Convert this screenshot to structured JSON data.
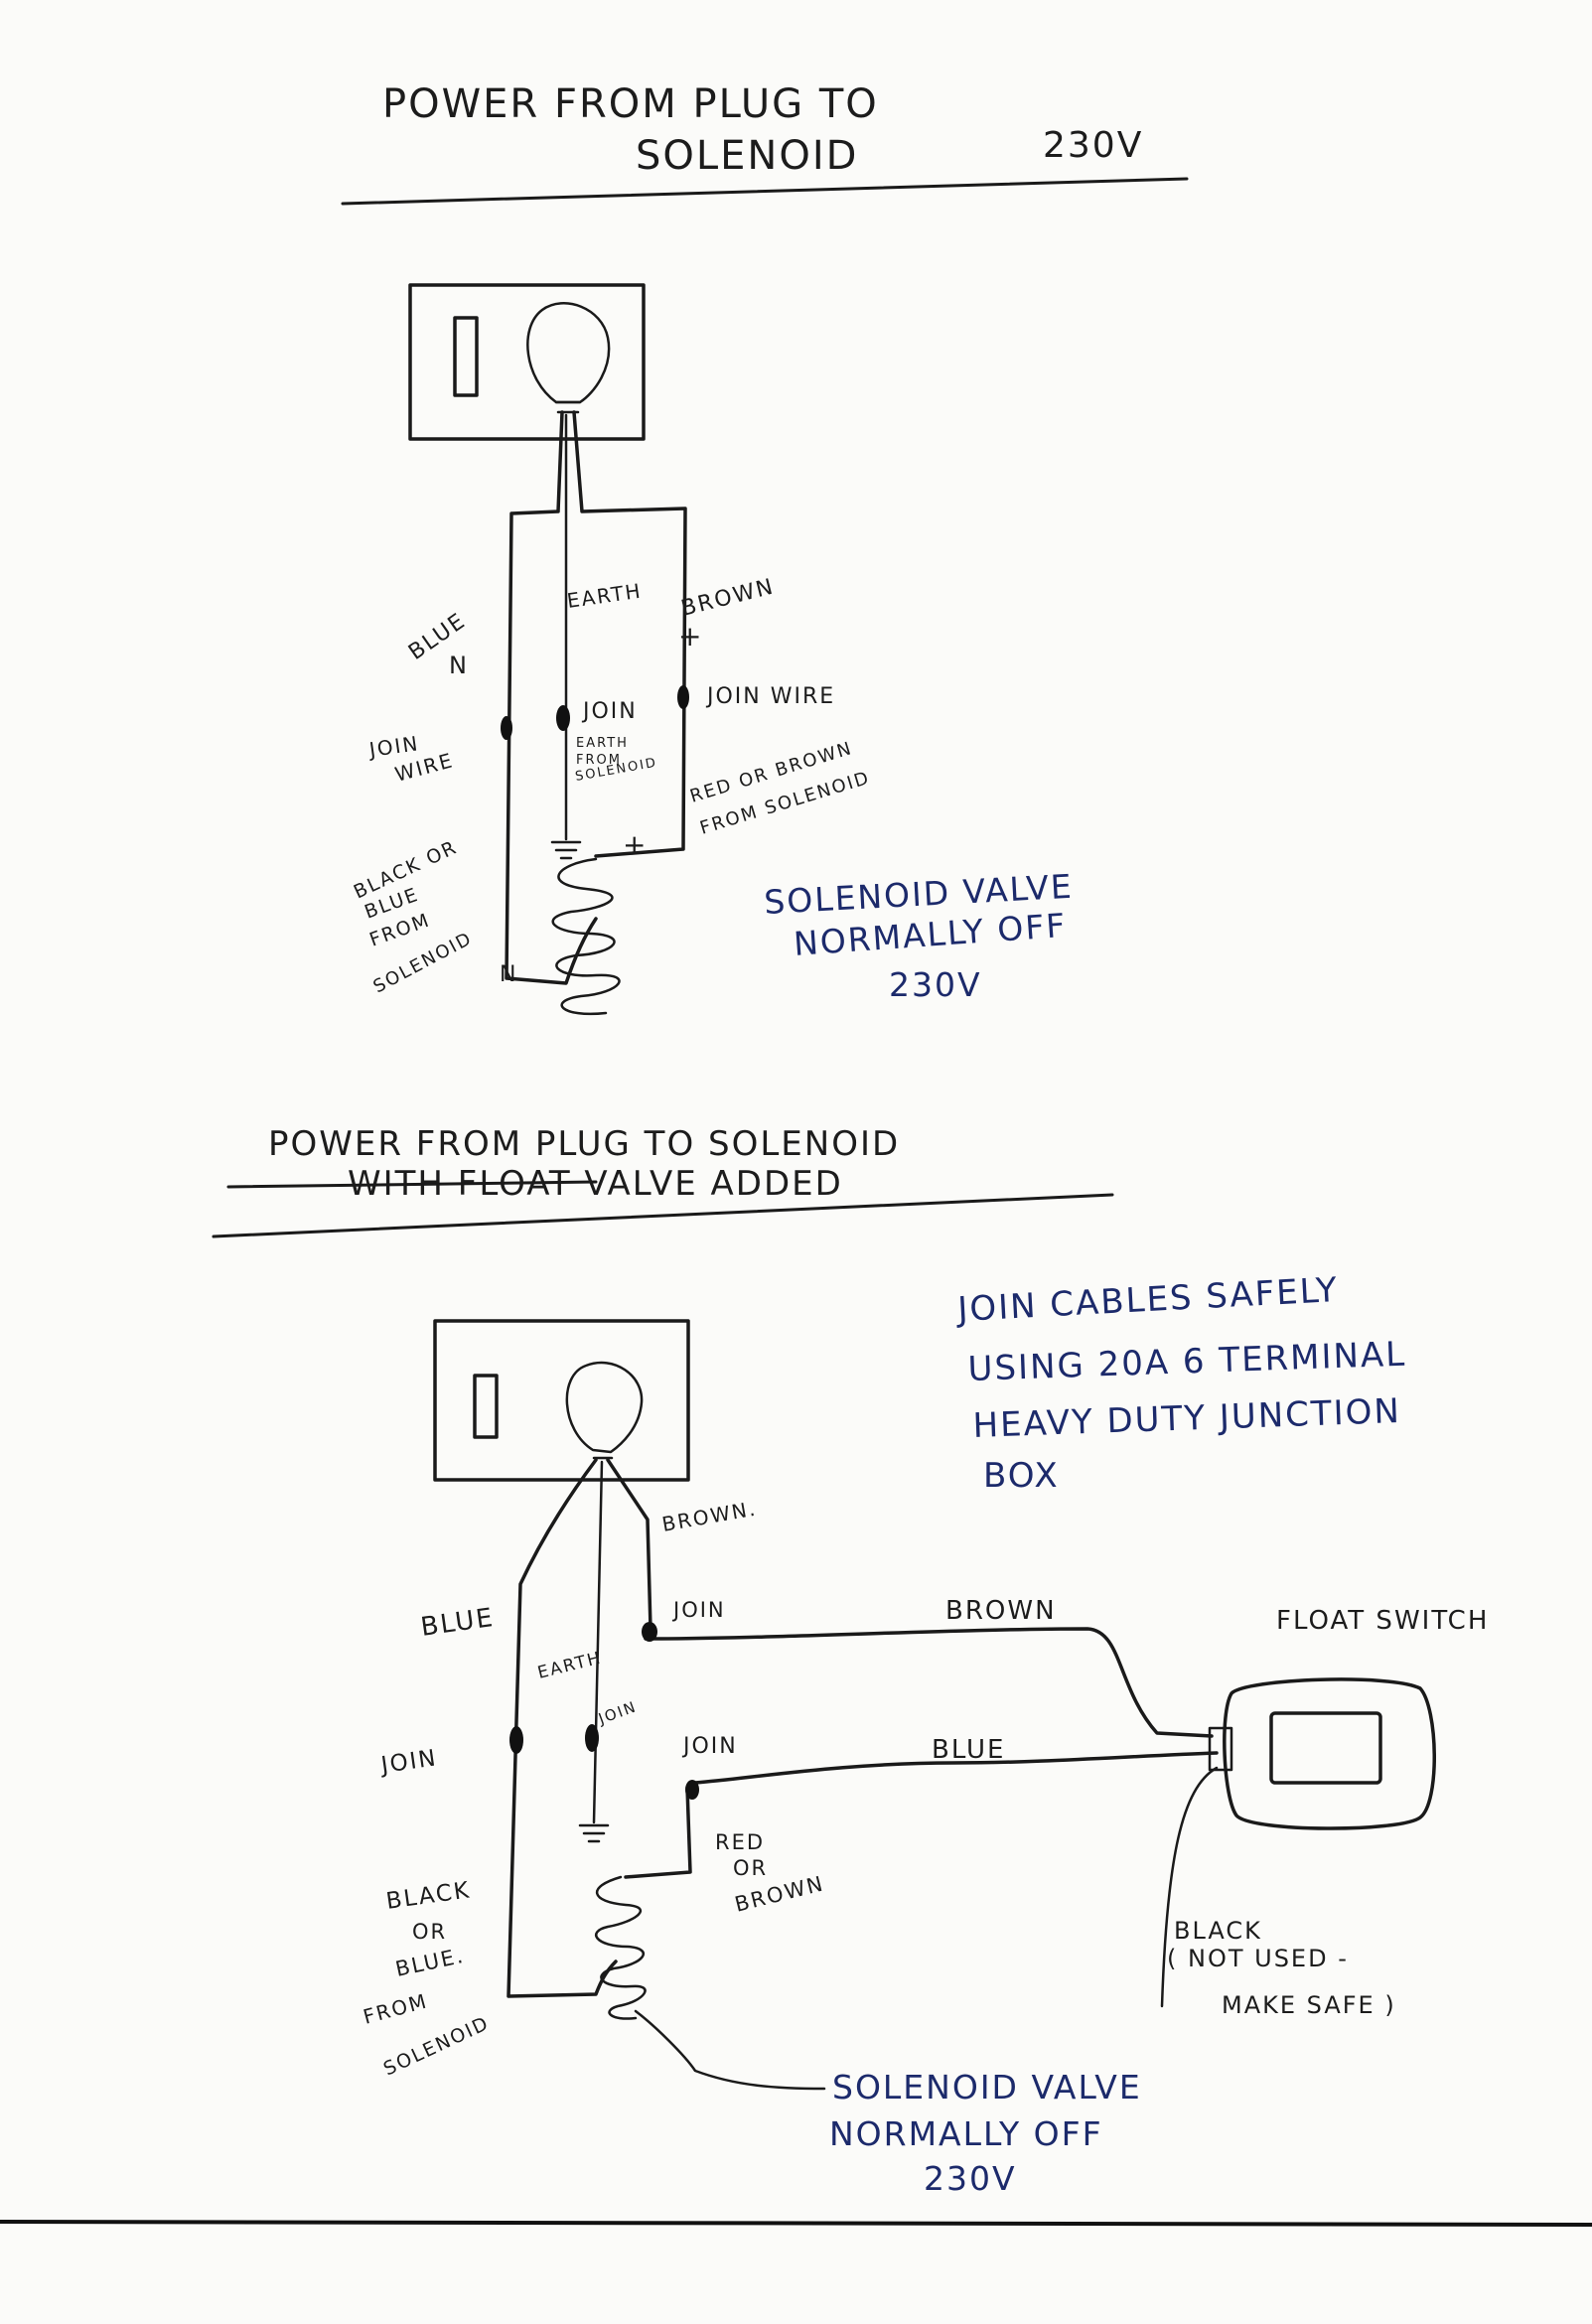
{
  "diagram1": {
    "title_line1": "POWER FROM PLUG TO",
    "title_line2": "SOLENOID",
    "title_voltage": "230V",
    "label_earth": "EARTH",
    "label_brown": "BROWN",
    "label_plus_top": "+",
    "label_blue": "BLUE",
    "label_n": "N",
    "label_join_left_1": "JOIN",
    "label_join_left_2": "WIRE",
    "label_join_centre": "JOIN",
    "label_earth_sol_1": "EARTH",
    "label_earth_sol_2": "FROM",
    "label_earth_sol_3": "SOLENOID",
    "label_join_right": "JOIN WIRE",
    "label_red_1": "RED OR BROWN",
    "label_red_2": "FROM SOLENOID",
    "label_black_1": "BLACK OR",
    "label_black_2": "BLUE",
    "label_black_3": "FROM",
    "label_black_4": "SOLENOID",
    "label_plus_coil": "+",
    "label_n_coil": "N",
    "valve_line1": "SOLENOID VALVE",
    "valve_line2": "NORMALLY OFF",
    "valve_line3": "230V"
  },
  "diagram2": {
    "title_line1": "POWER FROM PLUG TO SOLENOID",
    "title_line2": "WITH FLOAT VALVE ADDED",
    "note_line1": "JOIN CABLES SAFELY",
    "note_line2": "USING 20A 6 TERMINAL",
    "note_line3": "HEAVY DUTY JUNCTION",
    "note_line4": "BOX",
    "label_brown_top": "BROWN.",
    "label_join_top": "JOIN",
    "label_brown_wire": "BROWN",
    "label_float_switch": "FLOAT SWITCH",
    "label_blue": "BLUE",
    "label_earth": "EARTH",
    "label_join_earth": "JOIN",
    "label_join_left": "JOIN",
    "label_join_mid": "JOIN",
    "label_blue_wire": "BLUE",
    "label_red_1": "RED",
    "label_red_2": "OR",
    "label_red_3": "BROWN",
    "label_black_1": "BLACK",
    "label_black_2": "OR",
    "label_black_3": "BLUE.",
    "label_black_4": "FROM",
    "label_black_5": "SOLENOID",
    "label_unused_1": "BLACK",
    "label_unused_2": "( NOT USED -",
    "label_unused_3": "MAKE SAFE )",
    "valve_line1": "SOLENOID VALVE",
    "valve_line2": "NORMALLY OFF",
    "valve_line3": "230V"
  }
}
